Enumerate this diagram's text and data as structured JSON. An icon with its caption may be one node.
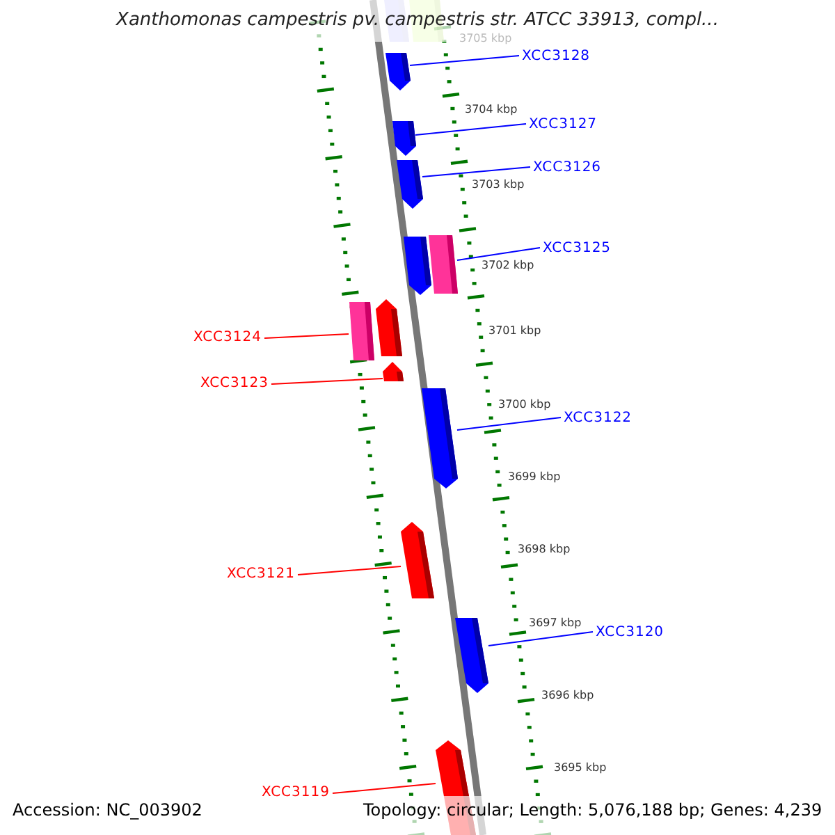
{
  "diagram": {
    "title": "Xanthomonas campestris pv. campestris str. ATCC 33913, compl...",
    "nodes": [
      {
        "text": [
          "XCC3128"
        ]
      },
      {
        "text": [
          "XCC3127"
        ]
      },
      {
        "text": [
          "XCC3126"
        ]
      },
      {
        "text": [
          "XCC3125"
        ]
      },
      {
        "text": [
          "XCC3124"
        ]
      },
      {
        "text": [
          "XCC3123"
        ]
      },
      {
        "text": [
          "XCC3122"
        ]
      },
      {
        "text": [
          "XCC3121"
        ]
      },
      {
        "text": [
          "XCC3120"
        ]
      },
      {
        "text": [
          "XCC3119"
        ]
      },
      {
        "text": [],
        "shape": "bar"
      },
      {
        "text": [],
        "shape": "bar"
      },
      {
        "text": [],
        "shape": "bar"
      },
      {
        "text": [],
        "shape": "bar"
      },
      {
        "text": [],
        "shape": "bar"
      },
      {
        "text": [],
        "shape": "bar"
      },
      {
        "text": [],
        "shape": "bar"
      },
      {
        "text": [],
        "shape": "bar"
      },
      {
        "text": [],
        "shape": "bar"
      },
      {
        "text": [],
        "shape": "bar"
      },
      {
        "text": [],
        "shape": "bar"
      },
      {
        "text": [],
        "shape": "bar"
      },
      {
        "text": [],
        "shape": "bar"
      },
      {
        "text": [],
        "shape": "bar"
      }
    ],
    "edges": [
      {
        "from": 0,
        "to": 12,
        "arrow": "none",
        "color": "#0000ff"
      },
      {
        "from": 1,
        "to": 13,
        "arrow": "none",
        "color": "#0000ff"
      },
      {
        "from": 2,
        "to": 14,
        "arrow": "none",
        "color": "#0000ff"
      },
      {
        "from": 3,
        "to": 16,
        "arrow": "none",
        "color": "#0000ff"
      },
      {
        "from": 4,
        "to": 17,
        "arrow": "none",
        "color": "#ff0000"
      },
      {
        "from": 5,
        "to": 19,
        "arrow": "none",
        "color": "#ff0000"
      },
      {
        "from": 6,
        "to": 20,
        "arrow": "none",
        "color": "#0000ff"
      },
      {
        "from": 7,
        "to": 21,
        "arrow": "none",
        "color": "#ff0000"
      },
      {
        "from": 8,
        "to": 22,
        "arrow": "none",
        "color": "#0000ff"
      },
      {
        "from": 9,
        "to": 23,
        "arrow": "none",
        "color": "#ff0000"
      }
    ],
    "labels": [
      "3705 kbp",
      "3704 kbp",
      "3703 kbp",
      "3702 kbp",
      "3701 kbp",
      "3700 kbp",
      "3699 kbp",
      "3698 kbp",
      "3697 kbp",
      "3696 kbp",
      "3695 kbp",
      "Accession: NC_003902",
      "Topology: circular; Length: 5,076,188 bp; Genes: 4,239"
    ]
  }
}
